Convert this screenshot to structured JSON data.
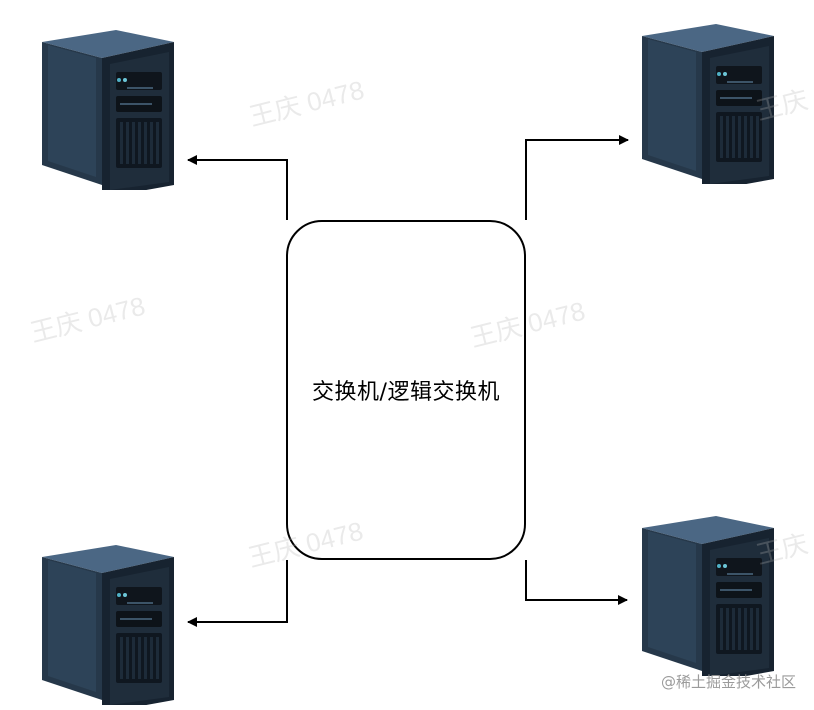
{
  "diagram": {
    "switch_label": "交换机/逻辑交换机",
    "servers": [
      {
        "name": "server-top-left",
        "icon": "server-tower-icon"
      },
      {
        "name": "server-top-right",
        "icon": "server-tower-icon"
      },
      {
        "name": "server-bottom-left",
        "icon": "server-tower-icon"
      },
      {
        "name": "server-bottom-right",
        "icon": "server-tower-icon"
      }
    ],
    "colors": {
      "box_stroke": "#000000",
      "arrow_stroke": "#000000",
      "server_body": "#1f2b38",
      "server_side": "#35516a",
      "server_front_light": "#466a88"
    }
  },
  "watermarks": {
    "text": "王庆 0478"
  },
  "footer": {
    "credit": "@稀土掘金技术社区"
  }
}
